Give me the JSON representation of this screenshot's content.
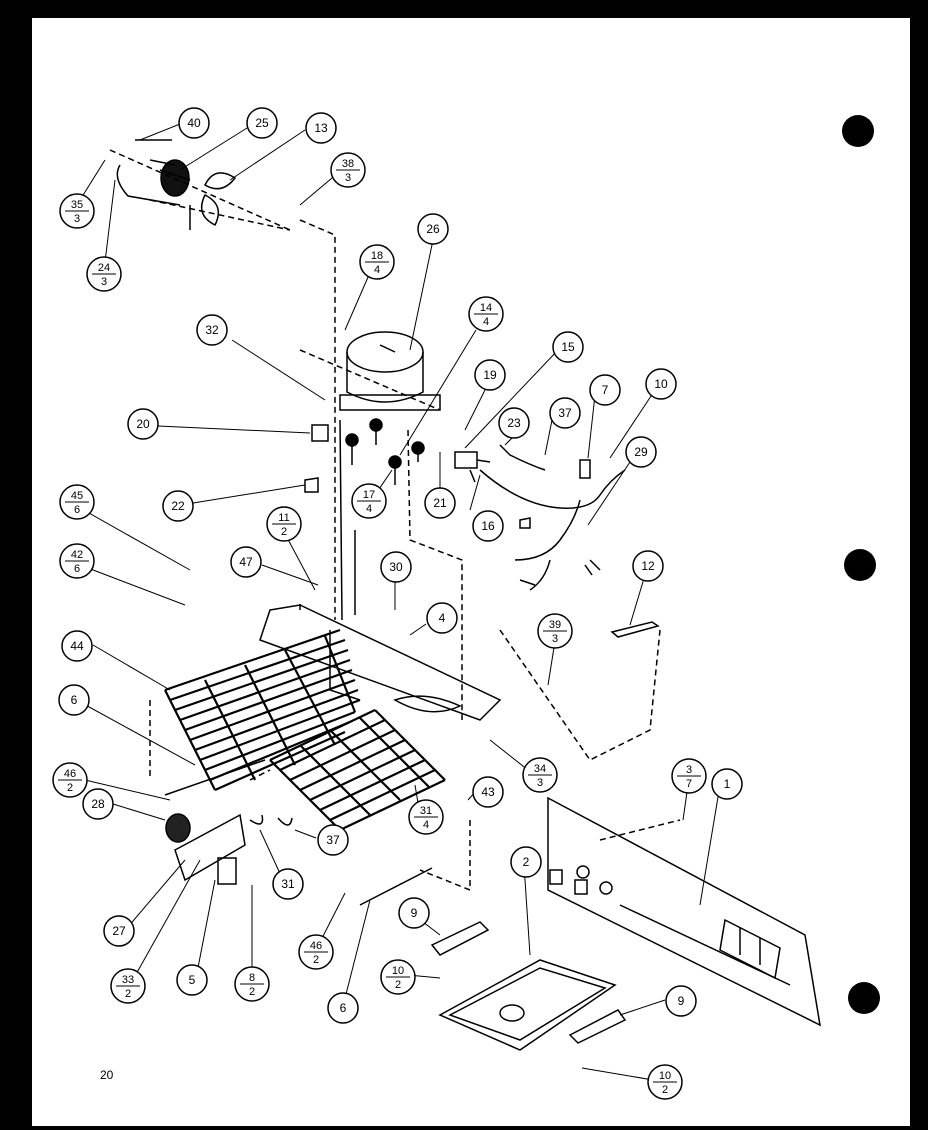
{
  "page_number": "20",
  "callouts": [
    {
      "id": "40",
      "t": "40"
    },
    {
      "id": "25",
      "t": "25"
    },
    {
      "id": "13",
      "t": "13"
    },
    {
      "id": "38-3",
      "n": "38",
      "d": "3"
    },
    {
      "id": "35-3",
      "n": "35",
      "d": "3"
    },
    {
      "id": "24-3",
      "n": "24",
      "d": "3"
    },
    {
      "id": "26",
      "t": "26"
    },
    {
      "id": "18-4",
      "n": "18",
      "d": "4"
    },
    {
      "id": "14-4",
      "n": "14",
      "d": "4"
    },
    {
      "id": "32",
      "t": "32"
    },
    {
      "id": "15",
      "t": "15"
    },
    {
      "id": "19",
      "t": "19"
    },
    {
      "id": "7",
      "t": "7"
    },
    {
      "id": "10a",
      "t": "10"
    },
    {
      "id": "37a",
      "t": "37"
    },
    {
      "id": "23",
      "t": "23"
    },
    {
      "id": "29",
      "t": "29"
    },
    {
      "id": "20",
      "t": "20"
    },
    {
      "id": "22",
      "t": "22"
    },
    {
      "id": "17-4",
      "n": "17",
      "d": "4"
    },
    {
      "id": "21",
      "t": "21"
    },
    {
      "id": "16",
      "t": "16"
    },
    {
      "id": "45-6",
      "n": "45",
      "d": "6"
    },
    {
      "id": "11-2",
      "n": "11",
      "d": "2"
    },
    {
      "id": "42-6",
      "n": "42",
      "d": "6"
    },
    {
      "id": "47",
      "t": "47"
    },
    {
      "id": "30",
      "t": "30"
    },
    {
      "id": "4",
      "t": "4"
    },
    {
      "id": "12",
      "t": "12"
    },
    {
      "id": "39-3",
      "n": "39",
      "d": "3"
    },
    {
      "id": "44",
      "t": "44"
    },
    {
      "id": "6a",
      "t": "6"
    },
    {
      "id": "34-3",
      "n": "34",
      "d": "3"
    },
    {
      "id": "46-2a",
      "n": "46",
      "d": "2"
    },
    {
      "id": "3-7",
      "n": "3",
      "d": "7"
    },
    {
      "id": "1",
      "t": "1"
    },
    {
      "id": "28",
      "t": "28"
    },
    {
      "id": "43",
      "t": "43"
    },
    {
      "id": "31-4",
      "n": "31",
      "d": "4"
    },
    {
      "id": "37b",
      "t": "37"
    },
    {
      "id": "2",
      "t": "2"
    },
    {
      "id": "31",
      "t": "31"
    },
    {
      "id": "27",
      "t": "27"
    },
    {
      "id": "9a",
      "t": "9"
    },
    {
      "id": "46-2b",
      "n": "46",
      "d": "2"
    },
    {
      "id": "33-2",
      "n": "33",
      "d": "2"
    },
    {
      "id": "5",
      "t": "5"
    },
    {
      "id": "8-2",
      "n": "8",
      "d": "2"
    },
    {
      "id": "10-2a",
      "n": "10",
      "d": "2"
    },
    {
      "id": "6b",
      "t": "6"
    },
    {
      "id": "9b",
      "t": "9"
    },
    {
      "id": "10-2b",
      "n": "10",
      "d": "2"
    }
  ]
}
